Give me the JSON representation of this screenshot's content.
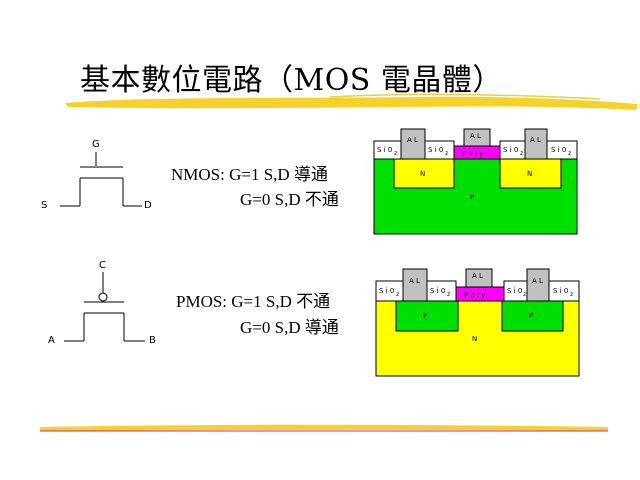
{
  "title": "基本數位電路（MOS 電晶體）",
  "colors": {
    "underline": "#f5d12a",
    "underline_bottom": "#d41fa8",
    "n_region": "#ffff00",
    "p_substrate_nmos": "#00e000",
    "p_region": "#00e000",
    "n_substrate_pmos": "#ffff00",
    "poly": "#ff00ff",
    "al": "#c0c0c0",
    "sio2": "#ffffff"
  },
  "nmos": {
    "symbol": {
      "gate": "G",
      "source": "S",
      "drain": "D"
    },
    "desc_line1": "NMOS: G=1 S,D  導通",
    "desc_line2": "G=0 S,D  不通",
    "cross": {
      "al_labels": [
        "A L",
        "A L",
        "A L"
      ],
      "sio2_labels": [
        "S i 0",
        "S i 0",
        "S i 0",
        "S i 0"
      ],
      "sio2_sub": "2",
      "poly_label": "P o l y",
      "left_well": "N",
      "right_well": "N",
      "substrate": "P"
    }
  },
  "pmos": {
    "symbol": {
      "gate": "C",
      "source": "A",
      "drain": "B"
    },
    "desc_line1": "PMOS: G=1 S,D  不通",
    "desc_line2": "G=0 S,D  導通",
    "cross": {
      "al_labels": [
        "A L",
        "A L",
        "A L"
      ],
      "sio2_labels": [
        "S i 0",
        "S i 0",
        "S i 0",
        "S i 0"
      ],
      "sio2_sub": "2",
      "poly_label": "P o l y",
      "left_well": "P",
      "right_well": "P",
      "substrate": "N"
    }
  }
}
